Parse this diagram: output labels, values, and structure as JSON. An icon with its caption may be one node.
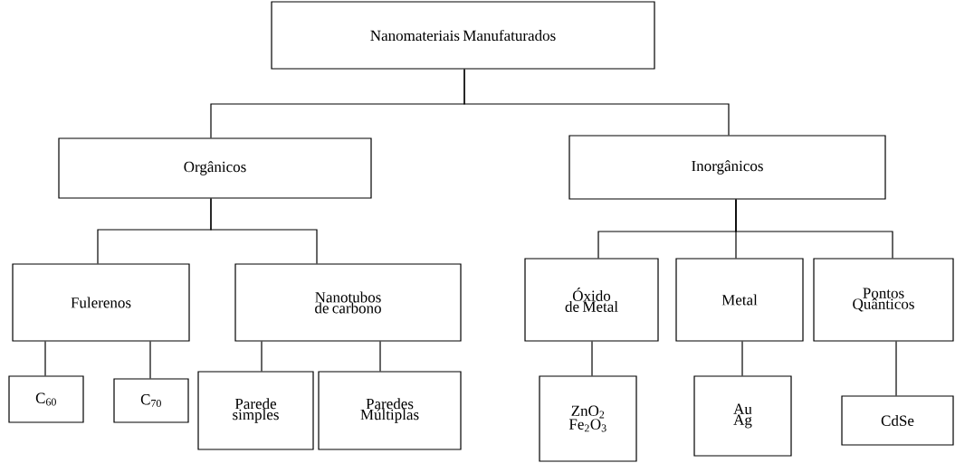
{
  "diagram": {
    "nodes": [
      {
        "text": [
          "Nanomateriais Manufaturados"
        ]
      },
      {
        "text": [
          "Orgânicos"
        ]
      },
      {
        "text": [
          "Inorgânicos"
        ]
      },
      {
        "text": [
          "Fulerenos"
        ]
      },
      {
        "text": [
          "Nanotubos de carbono"
        ]
      },
      {
        "text": [
          "C$_{60}$"
        ]
      },
      {
        "text": [
          "C$_{70}$"
        ]
      },
      {
        "text": [
          "Parede simples"
        ]
      },
      {
        "text": [
          "Paredes Múltiplas"
        ]
      },
      {
        "text": [
          "Óxido de Metal"
        ]
      },
      {
        "text": [
          "Metal"
        ]
      },
      {
        "text": [
          "Pontos Quânticos"
        ]
      },
      {
        "text": [
          "ZnO$_{2}$ Fe$_{2}$O$_{3}$"
        ]
      },
      {
        "text": [
          "Au Ag"
        ]
      },
      {
        "text": [
          "CdSe"
        ]
      }
    ],
    "edges": [
      {
        "from": 0,
        "to": 1,
        "arrow": "none"
      },
      {
        "from": 0,
        "to": 2,
        "arrow": "none"
      },
      {
        "from": 1,
        "to": 3,
        "arrow": "none"
      },
      {
        "from": 1,
        "to": 4,
        "arrow": "none"
      },
      {
        "from": 2,
        "to": 9,
        "arrow": "none"
      },
      {
        "from": 2,
        "to": 10,
        "arrow": "none"
      },
      {
        "from": 2,
        "to": 11,
        "arrow": "none"
      },
      {
        "from": 3,
        "to": 5,
        "arrow": "none"
      },
      {
        "from": 3,
        "to": 6,
        "arrow": "none"
      },
      {
        "from": 4,
        "to": 7,
        "arrow": "none"
      },
      {
        "from": 4,
        "to": 8,
        "arrow": "none"
      },
      {
        "from": 9,
        "to": 12,
        "arrow": "none"
      },
      {
        "from": 10,
        "to": 13,
        "arrow": "none"
      },
      {
        "from": 11,
        "to": 14,
        "arrow": "none"
      }
    ]
  }
}
